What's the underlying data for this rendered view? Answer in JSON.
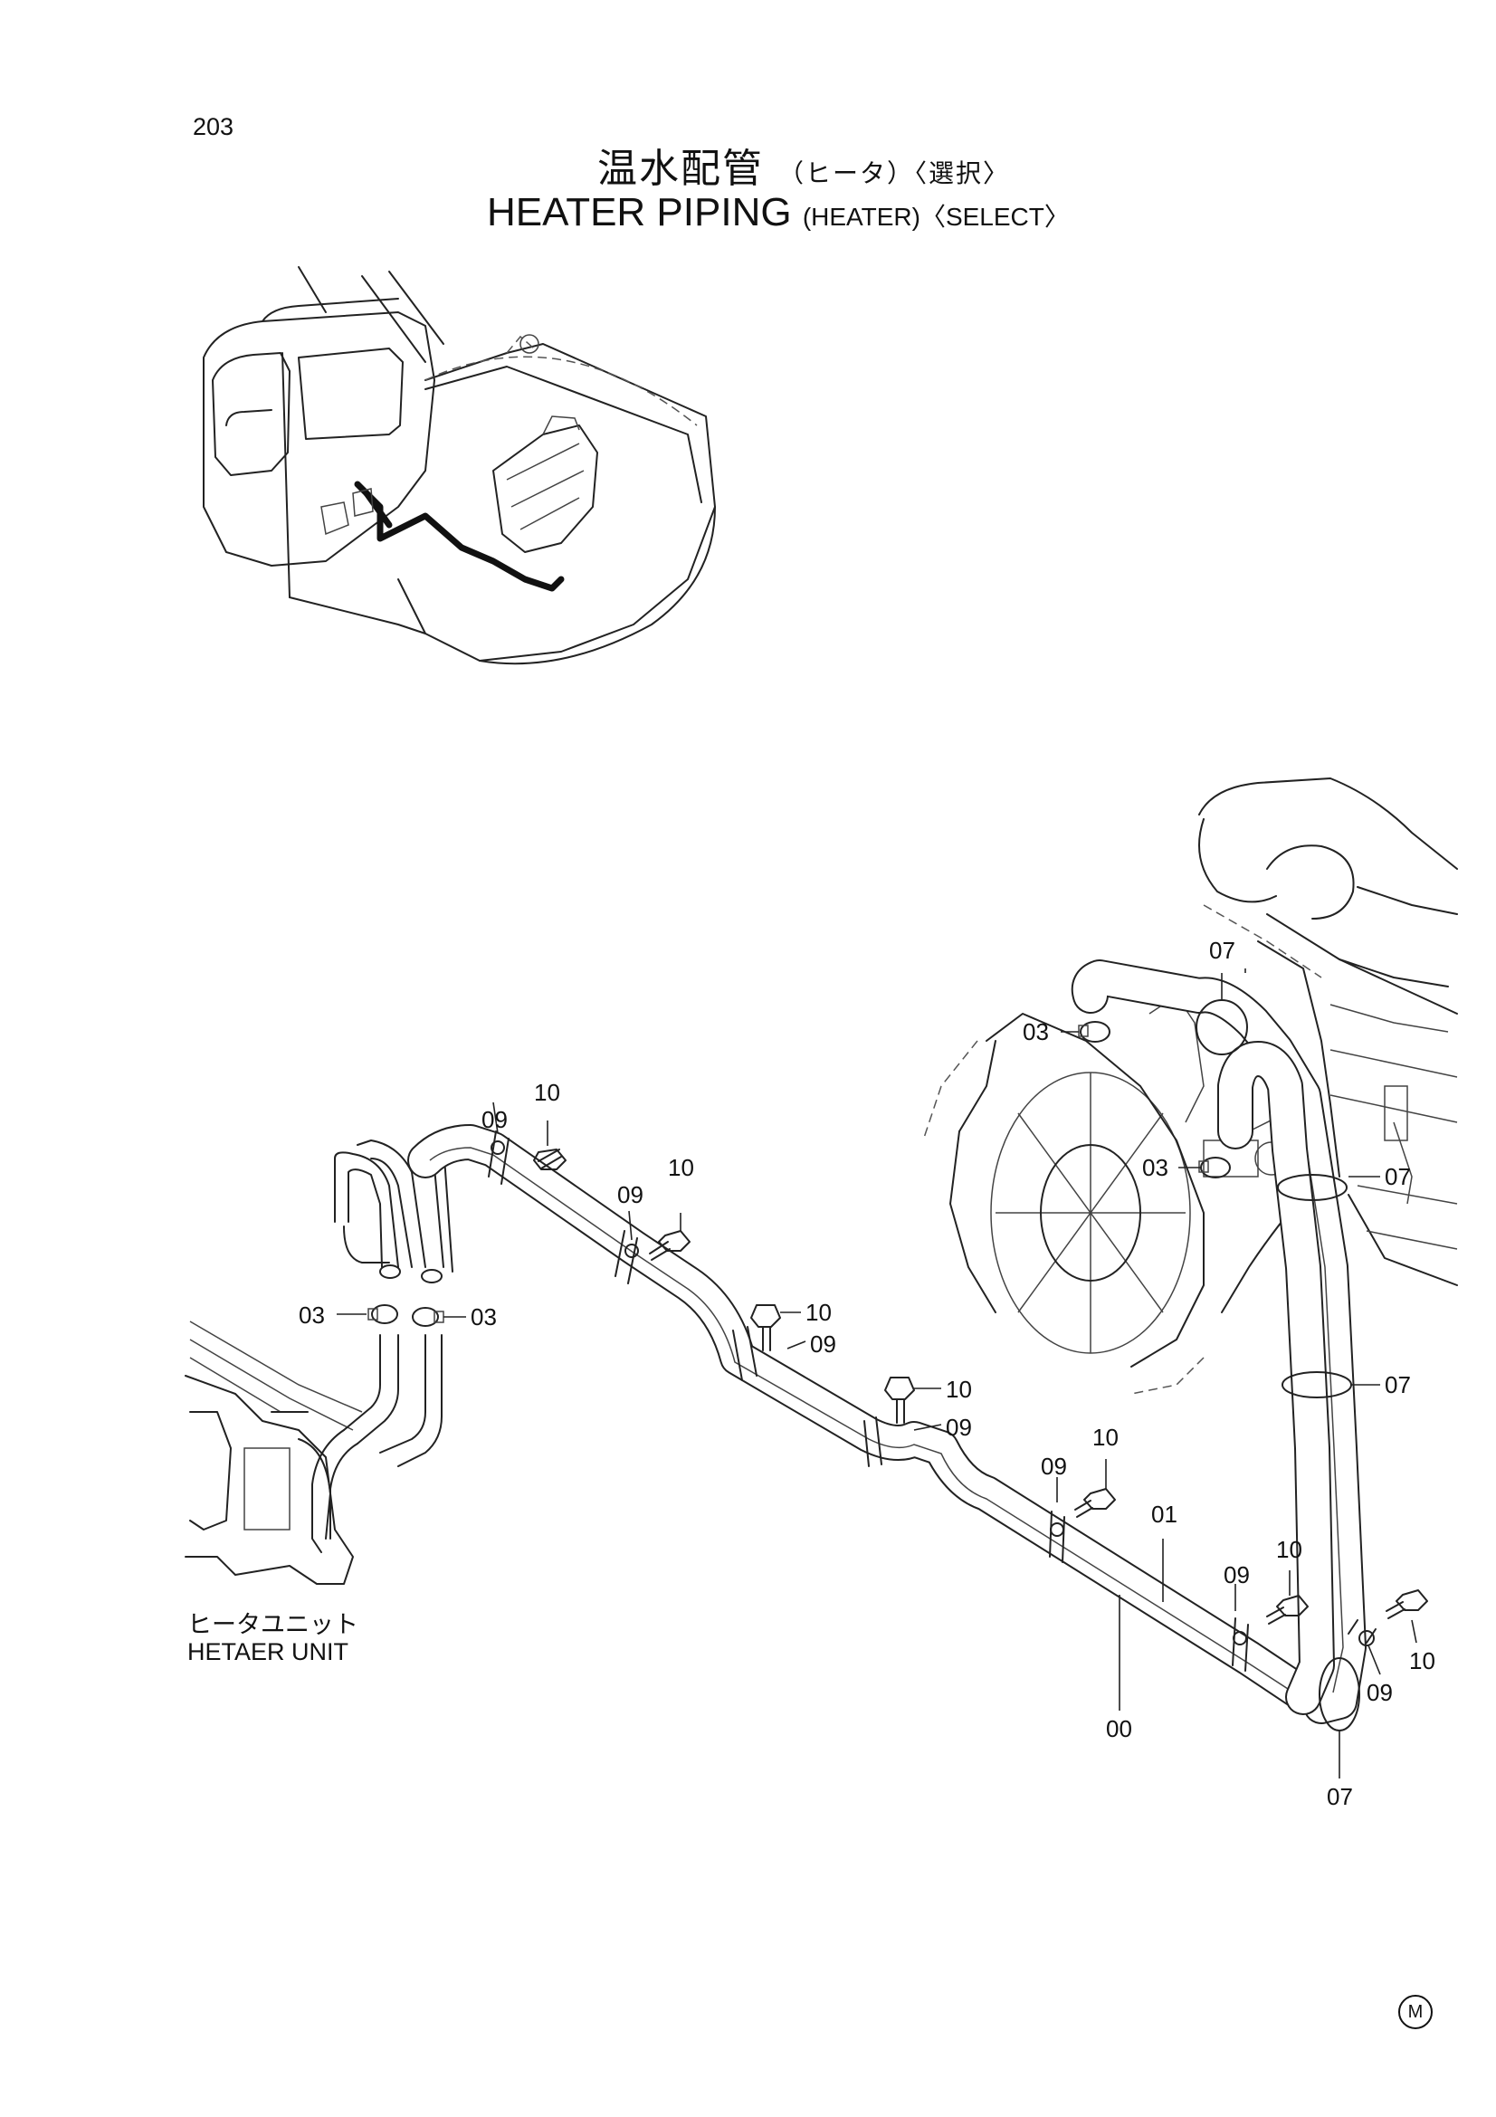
{
  "page_number": "203",
  "title": {
    "jp_main": "温水配管",
    "jp_sub": "（ヒータ）〈選択〉",
    "en_main": "HEATER  PIPING",
    "en_sub": "(HEATER)〈SELECT〉"
  },
  "heater_unit_label": {
    "jp": "ヒータユニット",
    "en": "HETAER  UNIT"
  },
  "callouts": [
    {
      "id": "c-07-top",
      "text": "07"
    },
    {
      "id": "c-03-right-top",
      "text": "03"
    },
    {
      "id": "c-03-right-mid",
      "text": "03"
    },
    {
      "id": "c-07-right-mid",
      "text": "07"
    },
    {
      "id": "c-07-right-low",
      "text": "07"
    },
    {
      "id": "c-10-a",
      "text": "10"
    },
    {
      "id": "c-09-a",
      "text": "09"
    },
    {
      "id": "c-10-b",
      "text": "10"
    },
    {
      "id": "c-09-b",
      "text": "09"
    },
    {
      "id": "c-03-left",
      "text": "03"
    },
    {
      "id": "c-03-left2",
      "text": "03"
    },
    {
      "id": "c-10-c",
      "text": "10"
    },
    {
      "id": "c-09-c",
      "text": "09"
    },
    {
      "id": "c-10-d",
      "text": "10"
    },
    {
      "id": "c-09-d",
      "text": "09"
    },
    {
      "id": "c-10-e",
      "text": "10"
    },
    {
      "id": "c-09-e",
      "text": "09"
    },
    {
      "id": "c-01",
      "text": "01"
    },
    {
      "id": "c-10-f",
      "text": "10"
    },
    {
      "id": "c-09-f",
      "text": "09"
    },
    {
      "id": "c-10-g",
      "text": "10"
    },
    {
      "id": "c-09-g",
      "text": "09"
    },
    {
      "id": "c-00",
      "text": "00"
    },
    {
      "id": "c-07-bottom",
      "text": "07"
    }
  ],
  "mark": "M"
}
